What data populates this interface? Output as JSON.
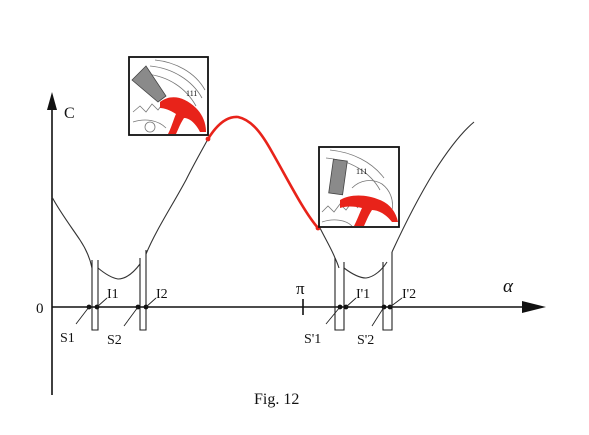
{
  "figure": {
    "caption": "Fig. 12",
    "axis": {
      "y_label": "C",
      "x_label": "α",
      "origin_label": "0",
      "pi_label": "π"
    },
    "points_left": {
      "s1": "S1",
      "i1": "I1",
      "s2": "S2",
      "i2": "I2"
    },
    "points_right": {
      "s1": "S'1",
      "i1": "I'1",
      "s2": "S'2",
      "i2": "I'2"
    },
    "inset_left": {
      "gear_label": "111"
    },
    "inset_right": {
      "gear_label": "111"
    },
    "colors": {
      "highlight": "#e8231a",
      "tool": "#8a8a8a",
      "ink": "#111111"
    }
  }
}
